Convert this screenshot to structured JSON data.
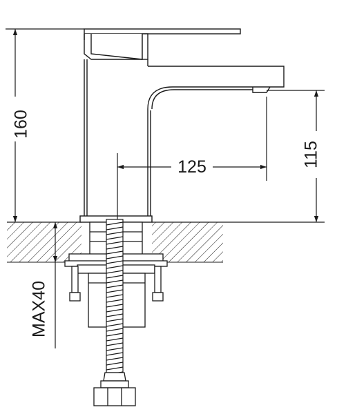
{
  "dimensions": {
    "total_height": "160",
    "spout_reach": "125",
    "spout_height": "115",
    "max_deck_thickness": "MAX40"
  },
  "colors": {
    "line": "#1a1a1a",
    "background": "#ffffff"
  }
}
